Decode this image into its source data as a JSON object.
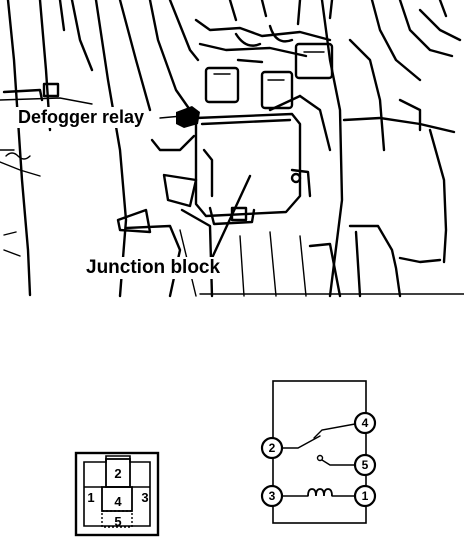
{
  "labels": {
    "defogger_relay": "Defogger relay",
    "junction_block": "Junction block"
  },
  "connector_pins": [
    "1",
    "2",
    "3",
    "4",
    "5"
  ],
  "schematic_terminals": [
    "2",
    "4",
    "5",
    "3",
    "1"
  ]
}
